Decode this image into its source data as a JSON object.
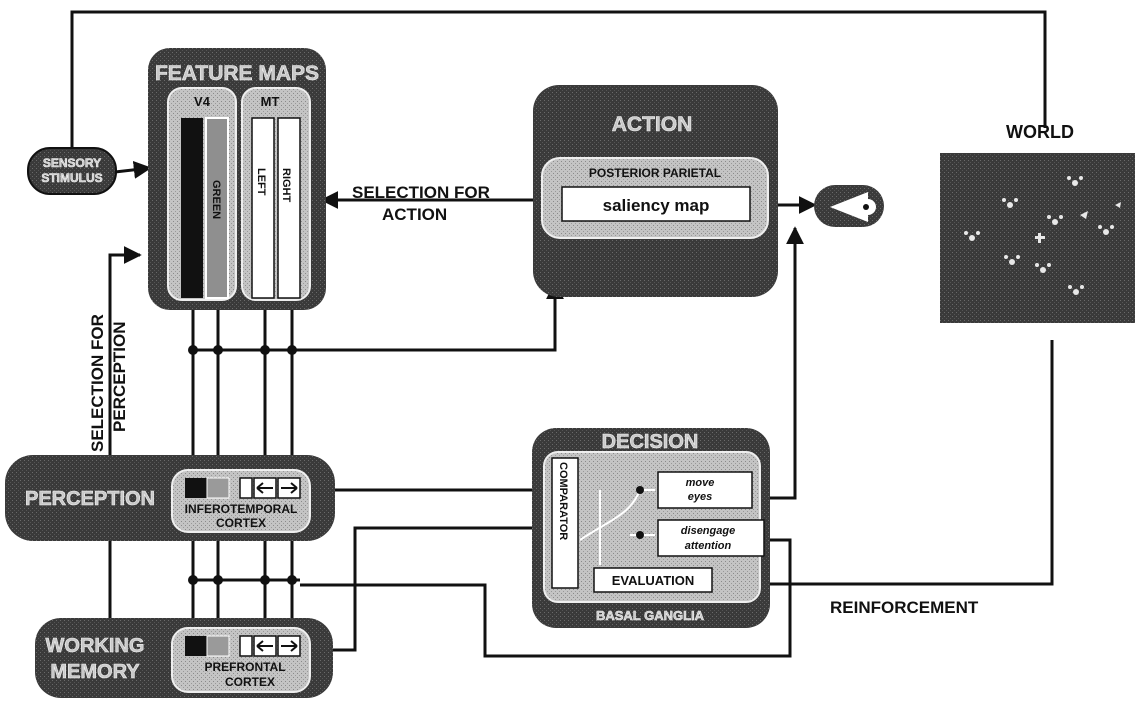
{
  "blocks": {
    "feature_maps": "FEATURE MAPS",
    "v4": "V4",
    "mt": "MT",
    "green": "GREEN",
    "left": "LEFT",
    "right": "RIGHT",
    "action": "ACTION",
    "posterior_parietal": "POSTERIOR PARIETAL",
    "saliency_map": "saliency map",
    "world": "WORLD",
    "sensory_stimulus_line1": "SENSORY",
    "sensory_stimulus_line2": "STIMULUS",
    "decision": "DECISION",
    "comparator": "COMPARATOR",
    "move_eyes_line1": "move",
    "move_eyes_line2": "eyes",
    "disengage_line1": "disengage",
    "disengage_line2": "attention",
    "evaluation": "EVALUATION",
    "basal_ganglia": "BASAL GANGLIA",
    "perception": "PERCEPTION",
    "inferotemporal_line1": "INFEROTEMPORAL",
    "inferotemporal_line2": "CORTEX",
    "working_memory_line1": "WORKING",
    "working_memory_line2": "MEMORY",
    "prefrontal_line1": "PREFRONTAL",
    "prefrontal_line2": "CORTEX"
  },
  "labels": {
    "selection_for_action_line1": "SELECTION FOR",
    "selection_for_action_line2": "ACTION",
    "selection_for_perception_line1": "SELECTION FOR",
    "selection_for_perception_line2": "PERCEPTION",
    "reinforcement": "REINFORCEMENT"
  },
  "icons": [
    "eye-icon",
    "arrow-left-icon",
    "arrow-right-icon"
  ],
  "colors": {
    "dark": "#2b2b2b",
    "grey": "#b9b9b9",
    "ink": "#111111"
  }
}
